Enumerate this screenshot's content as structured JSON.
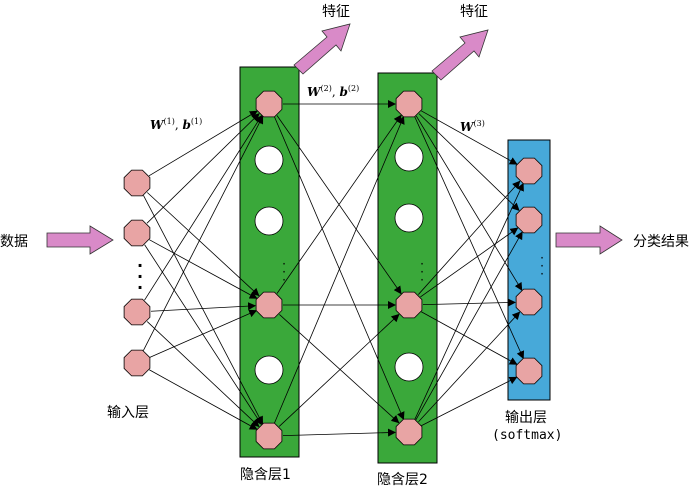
{
  "labels": {
    "data_input": "数据",
    "input_layer": "输入层",
    "hidden1": "隐含层1",
    "hidden2": "隐含层2",
    "output_layer_line1": "输出层",
    "output_layer_line2": "(softmax)",
    "output_result": "分类结果",
    "feature1": "特征",
    "feature2": "特征"
  },
  "weights": {
    "w1": {
      "sym": "W",
      "sup": "(1)",
      "bsym": "b",
      "bsup": "(1)"
    },
    "w2": {
      "sym": "W",
      "sup": "(2)",
      "bsym": "b",
      "bsup": "(2)"
    },
    "w3": {
      "sym": "W",
      "sup": "(3)"
    }
  },
  "colors": {
    "hidden_layer": "#3aa83a",
    "output_layer": "#47a9d9",
    "active_node": "#e8a4a4",
    "inactive_node": "#ffffff",
    "arrow": "#d98ac8"
  }
}
